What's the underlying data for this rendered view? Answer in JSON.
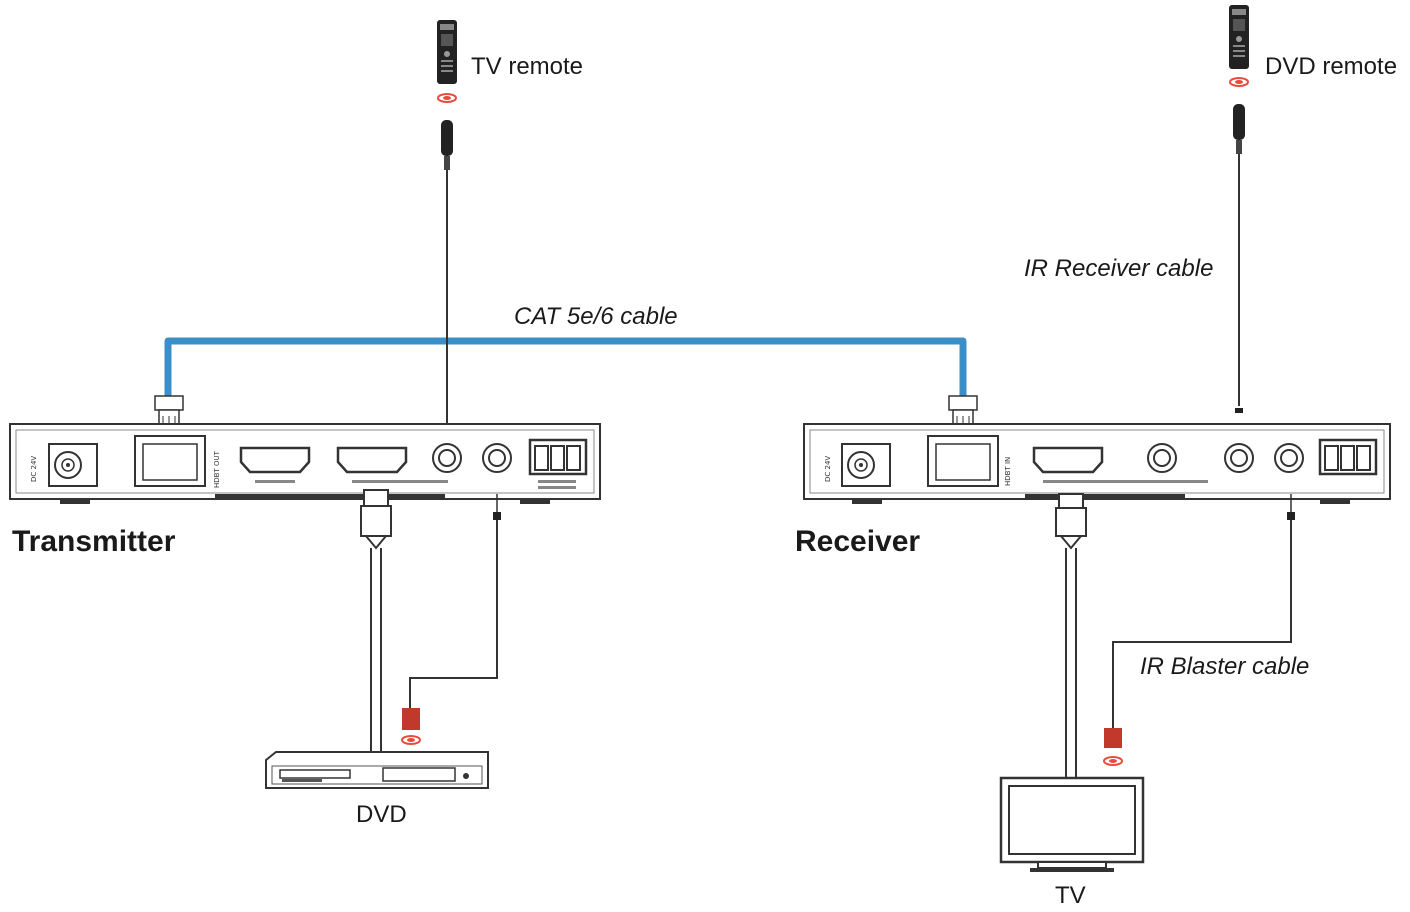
{
  "labels": {
    "tv_remote": "TV remote",
    "dvd_remote": "DVD remote",
    "cat_cable": "CAT 5e/6 cable",
    "ir_receiver_cable": "IR Receiver cable",
    "ir_blaster_cable": "IR Blaster cable",
    "transmitter": "Transmitter",
    "receiver": "Receiver",
    "dvd": "DVD",
    "tv": "TV"
  },
  "transmitter_panel": {
    "dc_label": "DC 24V",
    "hdbt_label": "HDBT OUT"
  },
  "receiver_panel": {
    "dc_label": "DC 24V",
    "hdbt_label": "HDBT IN"
  },
  "colors": {
    "cat_cable": "#3a8fc8",
    "ir_emitter": "#c0392b",
    "device_outline": "#333333"
  }
}
